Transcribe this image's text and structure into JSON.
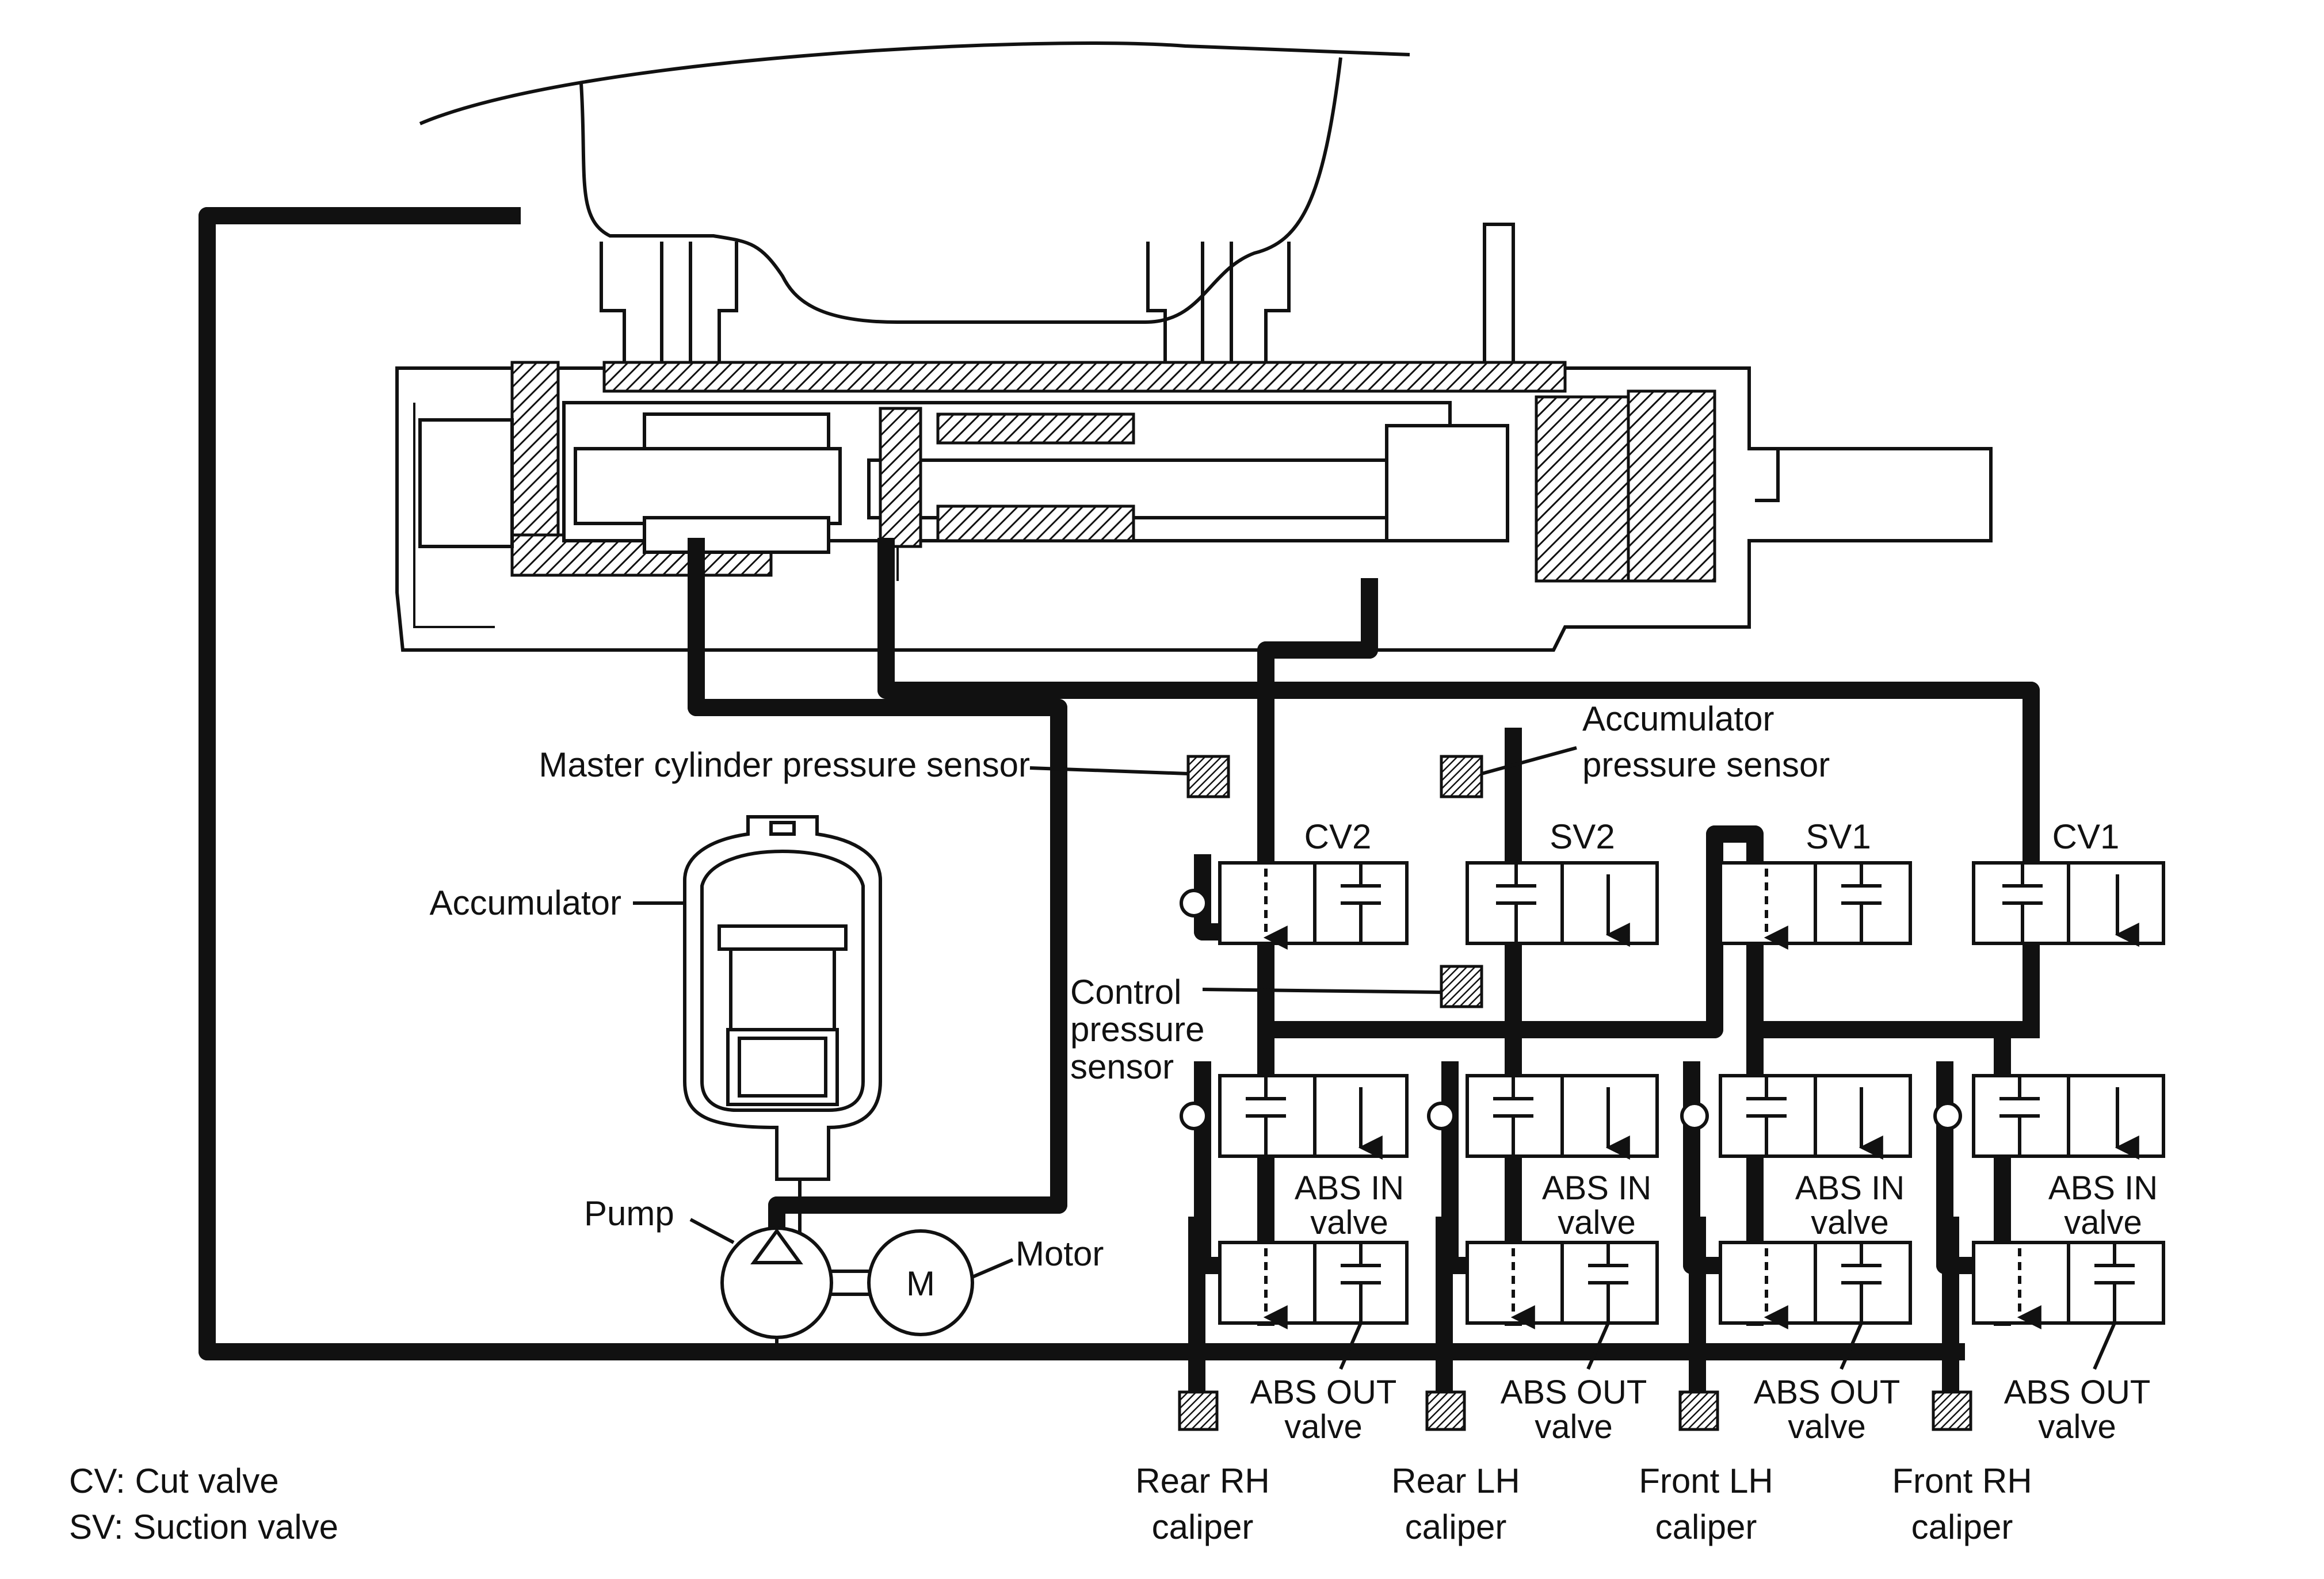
{
  "labels": {
    "master_sensor": "Master cylinder pressure sensor",
    "accum_sensor_1": "Accumulator",
    "accum_sensor_2": "pressure sensor",
    "accumulator": "Accumulator",
    "control_1": "Control",
    "control_2": "pressure",
    "control_3": "sensor",
    "pump": "Pump",
    "motor": "Motor",
    "motor_symbol": "M",
    "cv2": "CV2",
    "sv2": "SV2",
    "sv1": "SV1",
    "cv1": "CV1",
    "abs_in_1": "ABS IN",
    "abs_in_2": "valve",
    "abs_out_1": "ABS OUT",
    "abs_out_2": "valve",
    "rear_rh_1": "Rear RH",
    "rear_lh_1": "Rear LH",
    "front_lh_1": "Front LH",
    "front_rh_1": "Front RH",
    "caliper": "caliper",
    "legend_cv": "CV: Cut valve",
    "legend_sv": "SV: Suction valve"
  },
  "colors": {
    "ink": "#111111",
    "paper": "#ffffff"
  }
}
